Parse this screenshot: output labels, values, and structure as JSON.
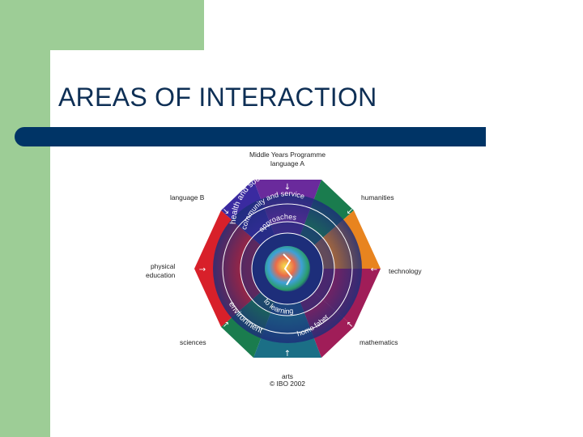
{
  "slide": {
    "title": "AREAS OF INTERACTION"
  },
  "diagram": {
    "top_label_line1": "Middle Years Programme",
    "top_label_line2": "language A",
    "labels": {
      "language_b": "language B",
      "humanities": "humanities",
      "physical_line1": "physical",
      "physical_line2": "education",
      "technology": "technology",
      "sciences": "sciences",
      "mathematics": "mathematics",
      "arts": "arts"
    },
    "copyright": "© IBO 2002",
    "ring_outer_top": "health and social education",
    "ring_outer_bottom": "environment",
    "ring_outer_right_bottom": "homo faber",
    "ring_middle": "community and service",
    "ring_inner_top": "approaches",
    "ring_inner_bottom": "to learning",
    "colors": {
      "slide_green": "#9dcd96",
      "bar_navy": "#003466",
      "title_navy": "#0e2f55",
      "purple": "#6a2a9c",
      "green": "#1a7c4e",
      "orange": "#e8841f",
      "magenta": "#a01d58",
      "teal": "#1b6f86",
      "red": "#d8202a",
      "indigo": "#3a2aa0",
      "ring_navy": "#1d2e7a"
    }
  }
}
